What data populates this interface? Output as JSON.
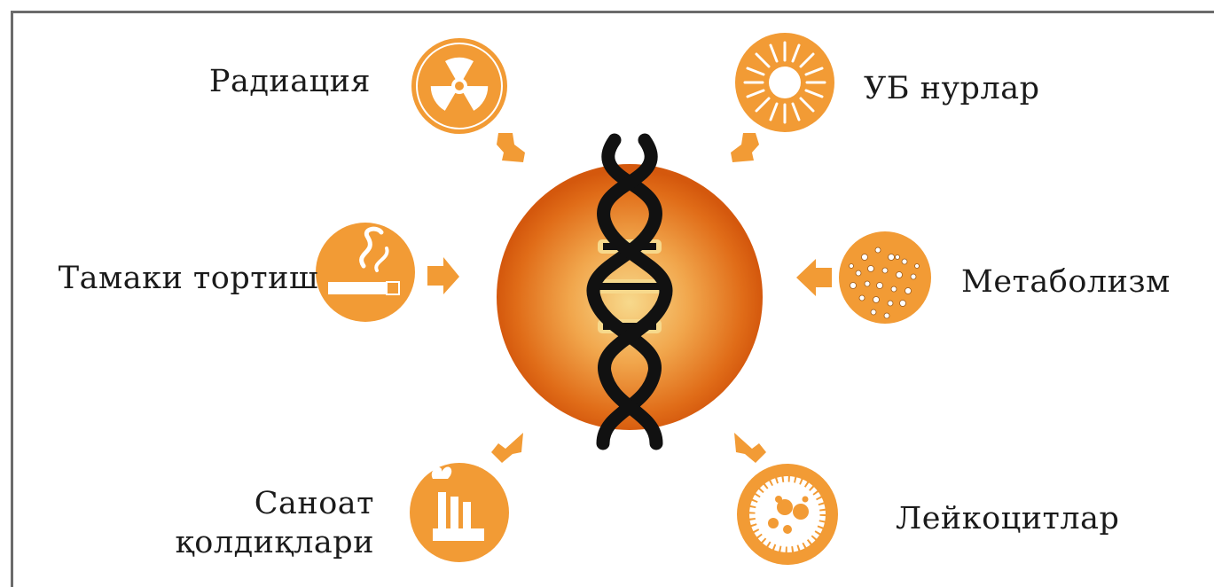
{
  "diagram": {
    "center_icon": "dna-icon",
    "colors": {
      "orange": "#f29b35",
      "orange_dark": "#e8861d",
      "core_light": "#f6d080",
      "core_dark": "#e06010",
      "dna": "#111111"
    },
    "factors": {
      "radiation": {
        "label": "Радиация",
        "icon": "radiation-icon"
      },
      "uv": {
        "label": "УБ нурлар",
        "icon": "sun-icon"
      },
      "smoking": {
        "label": "Тамаки тортиш",
        "icon": "cigarette-icon"
      },
      "metabolism": {
        "label": "Метаболизм",
        "icon": "molecules-icon"
      },
      "industrial": {
        "line1": "Саноат",
        "line2": "қолдиқлари",
        "icon": "factory-icon"
      },
      "leukocytes": {
        "label": "Лейкоцитлар",
        "icon": "cell-icon"
      }
    }
  }
}
